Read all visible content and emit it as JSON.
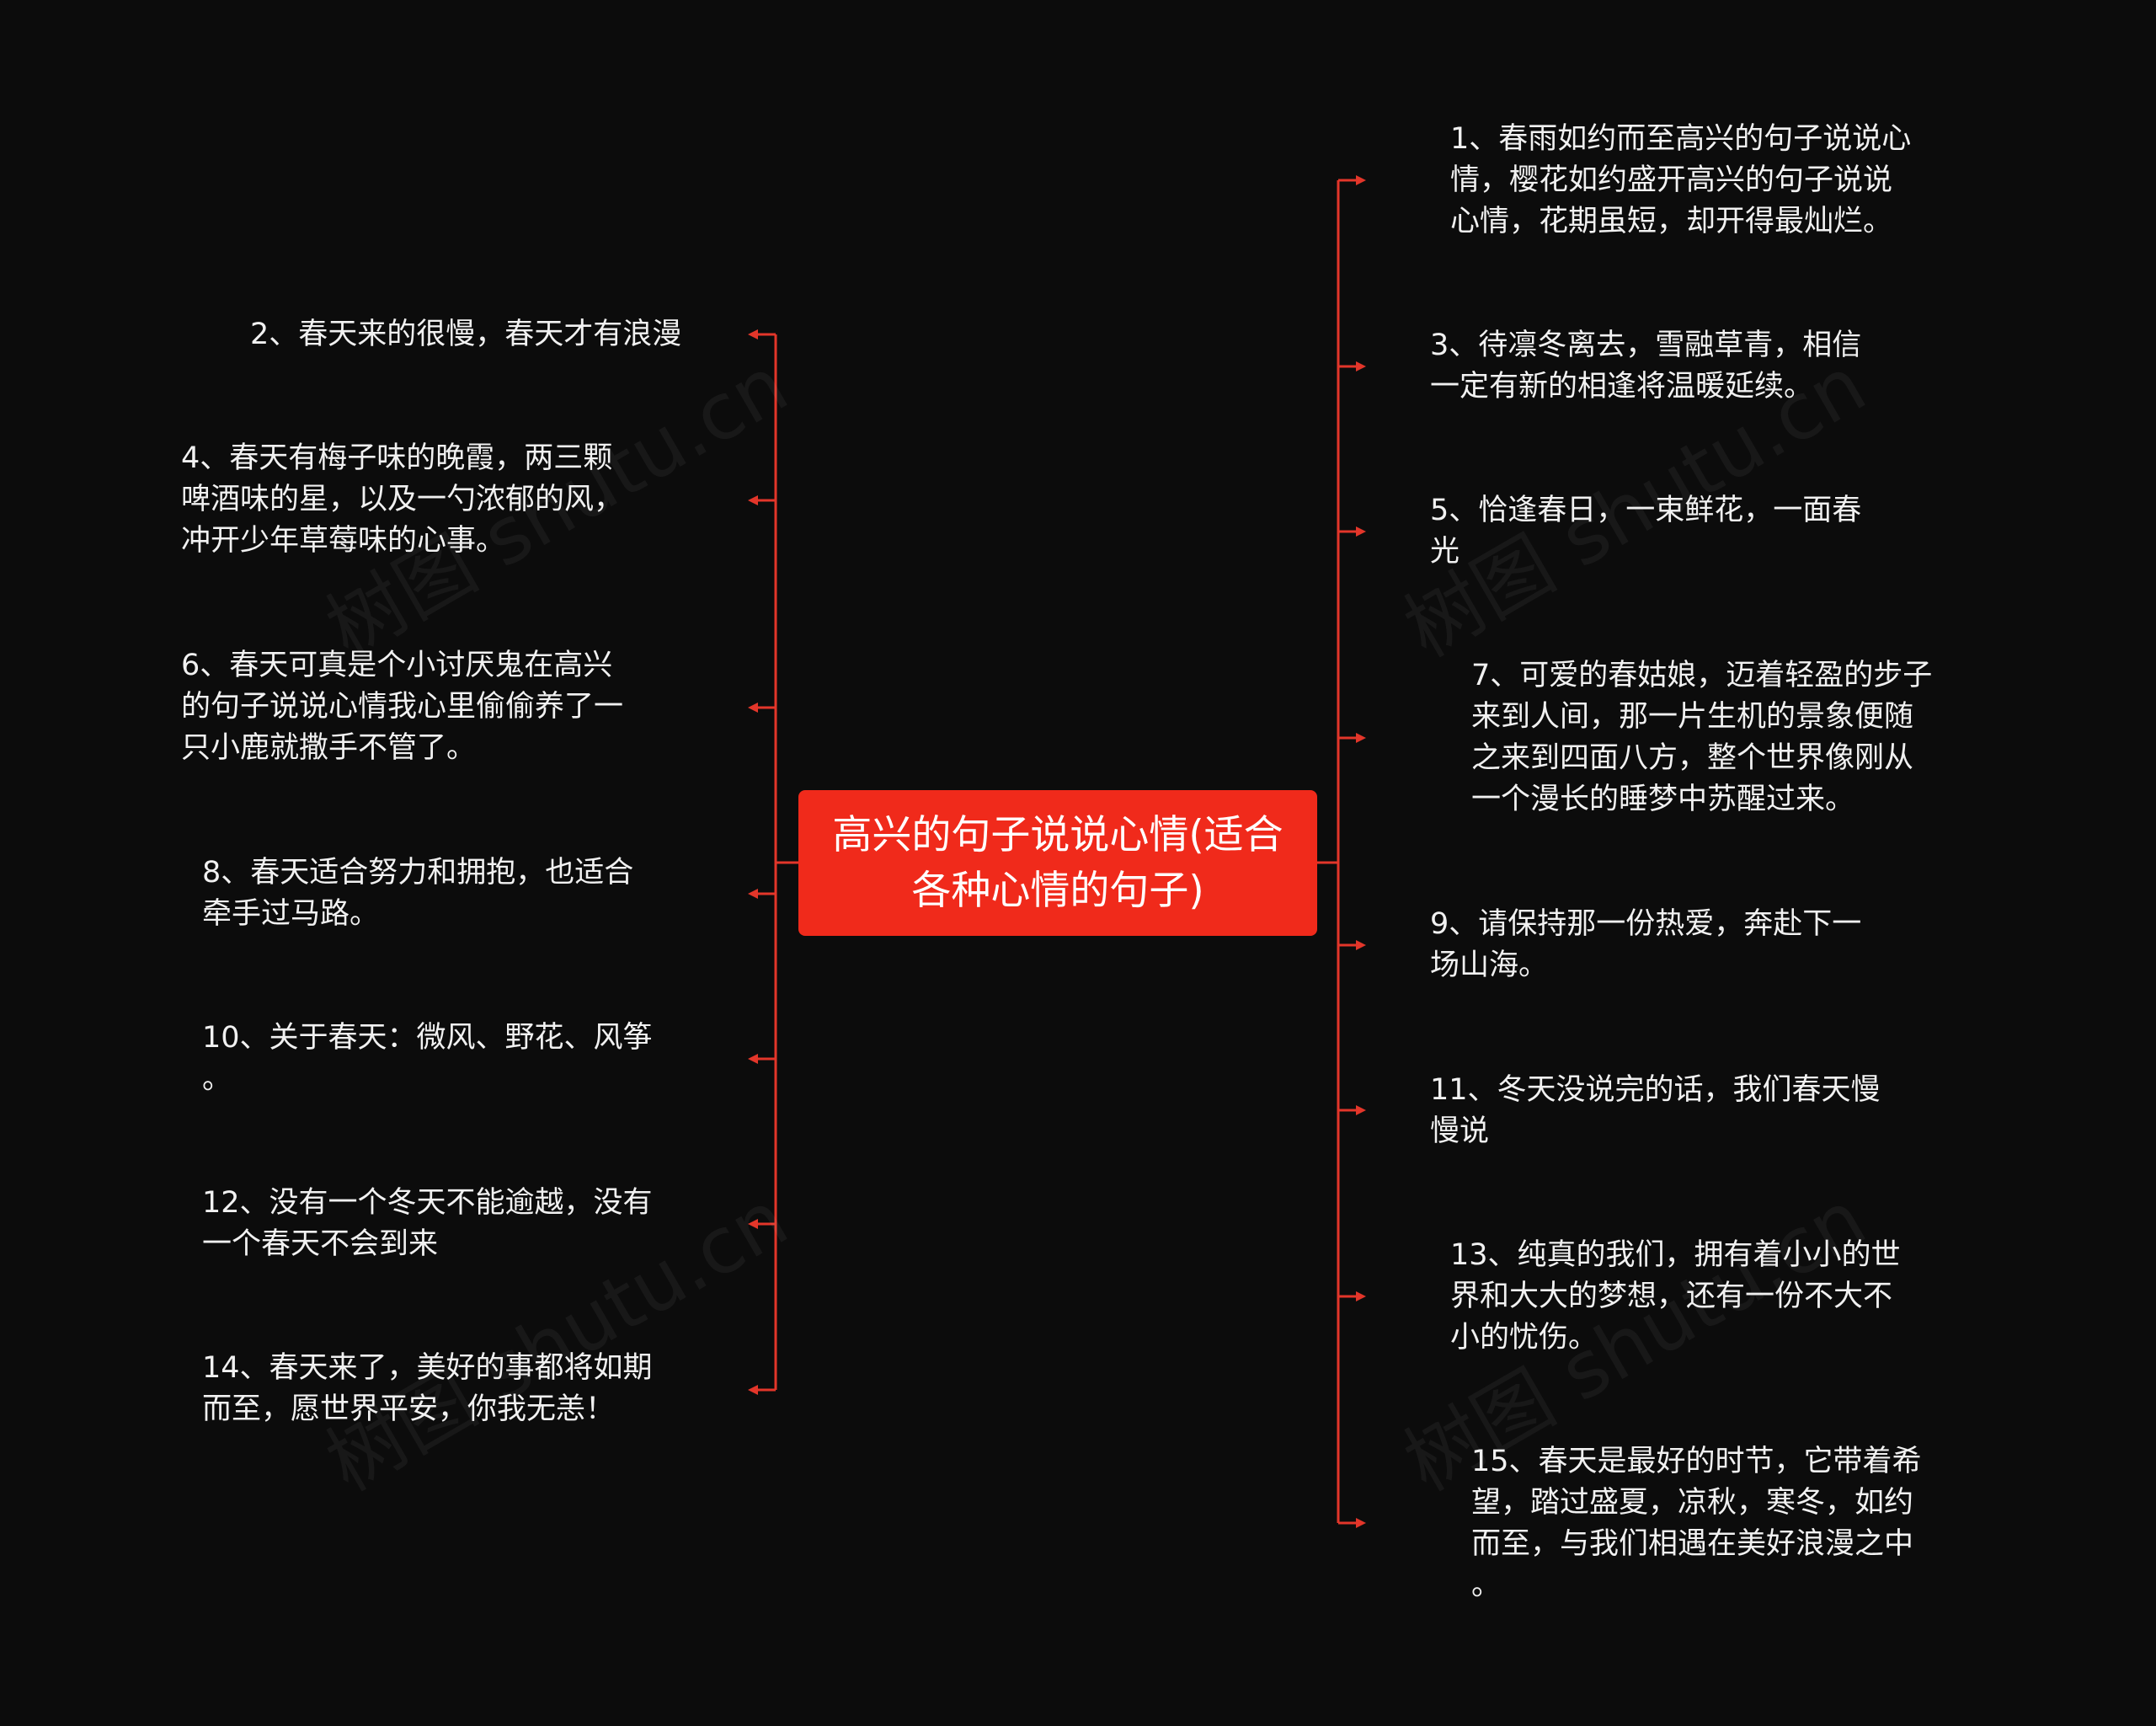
{
  "root": {
    "label": "高兴的句子说说心情(适合各种心情的句子)"
  },
  "colors": {
    "background": "#0c0c0c",
    "root_fill": "#f02a1b",
    "connector": "#e3362a",
    "text": "#f1f1f1"
  },
  "left_items": [
    {
      "text": "2、春天来的很慢，春天才有浪漫"
    },
    {
      "text": "4、春天有梅子味的晚霞，两三颗\n啤酒味的星，以及一勺浓郁的风，\n冲开少年草莓味的心事。"
    },
    {
      "text": "6、春天可真是个小讨厌鬼在高兴\n的句子说说心情我心里偷偷养了一\n只小鹿就撒手不管了。"
    },
    {
      "text": "8、春天适合努力和拥抱，也适合\n牵手过马路。"
    },
    {
      "text": "10、关于春天：微风、野花、风筝\n。"
    },
    {
      "text": "12、没有一个冬天不能逾越，没有\n一个春天不会到来"
    },
    {
      "text": "14、春天来了，美好的事都将如期\n而至，愿世界平安，你我无恙！"
    }
  ],
  "right_items": [
    {
      "text": "1、春雨如约而至高兴的句子说说心\n情，樱花如约盛开高兴的句子说说\n心情，花期虽短，却开得最灿烂。"
    },
    {
      "text": "3、待凛冬离去，雪融草青，相信\n一定有新的相逢将温暖延续。"
    },
    {
      "text": "5、恰逢春日，一束鲜花，一面春\n光"
    },
    {
      "text": "7、可爱的春姑娘，迈着轻盈的步子\n来到人间，那一片生机的景象便随\n之来到四面八方，整个世界像刚从\n一个漫长的睡梦中苏醒过来。"
    },
    {
      "text": "9、请保持那一份热爱，奔赴下一\n场山海。"
    },
    {
      "text": "11、冬天没说完的话，我们春天慢\n慢说"
    },
    {
      "text": "13、纯真的我们，拥有着小小的世\n界和大大的梦想，还有一份不大不\n小的忧伤。"
    },
    {
      "text": "15、春天是最好的时节，它带着希\n望，踏过盛夏，凉秋，寒冬，如约\n而至，与我们相遇在美好浪漫之中\n。"
    }
  ],
  "watermark": {
    "text": "树图 shutu.cn"
  }
}
